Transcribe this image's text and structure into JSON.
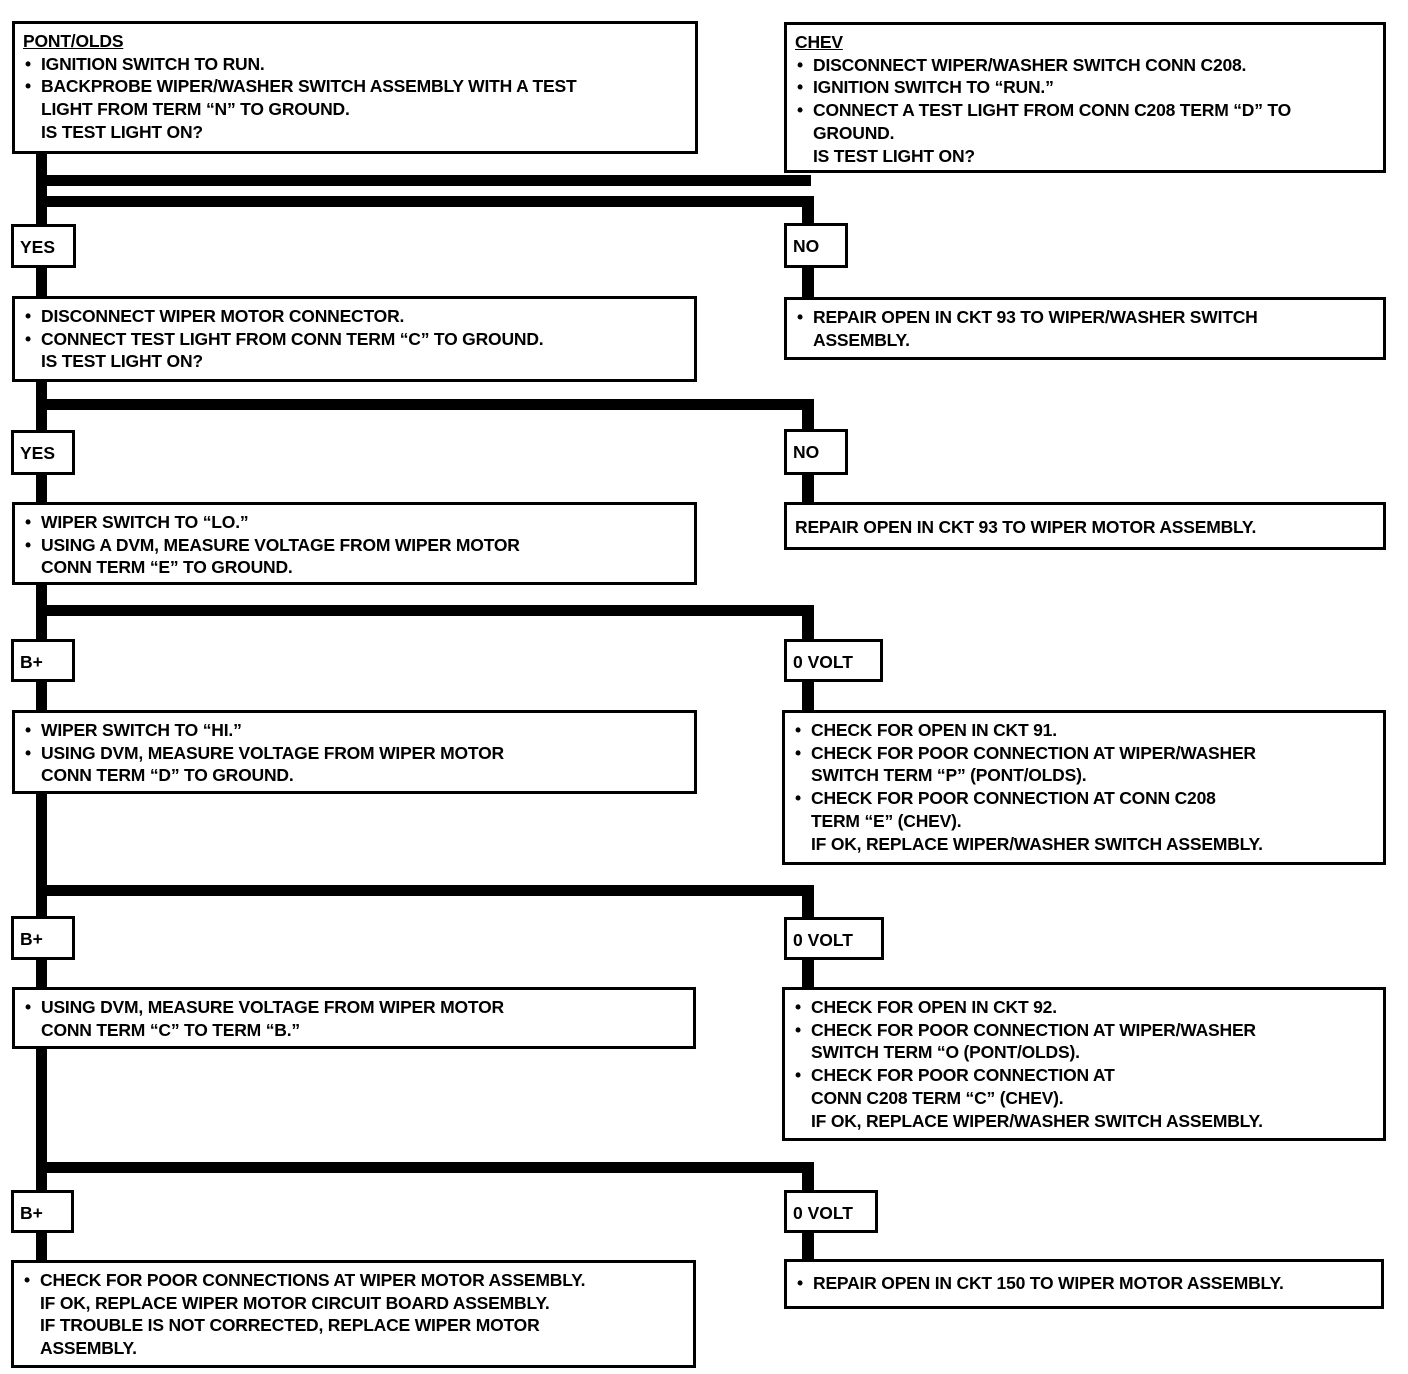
{
  "top_left": {
    "heading": "PONT/OLDS",
    "steps": [
      "IGNITION SWITCH TO   RUN.",
      "BACKPROBE WIPER/WASHER SWITCH ASSEMBLY WITH A TEST",
      "LIGHT FROM TERM “N” TO GROUND."
    ],
    "question": "IS TEST LIGHT ON?"
  },
  "top_right": {
    "heading": "CHEV",
    "steps": [
      "DISCONNECT WIPER/WASHER SWITCH CONN C208.",
      "IGNITION SWITCH TO “RUN.”",
      "CONNECT A TEST LIGHT FROM CONN C208 TERM “D” TO",
      "GROUND."
    ],
    "question": "IS TEST LIGHT ON?"
  },
  "row1": {
    "yes_label": "YES",
    "no_label": "NO",
    "yes_box": {
      "steps": [
        "DISCONNECT WIPER MOTOR CONNECTOR.",
        "CONNECT TEST LIGHT FROM CONN TERM “C” TO GROUND."
      ],
      "question": "IS TEST LIGHT ON?"
    },
    "no_box": {
      "steps": [
        "REPAIR OPEN IN CKT 93 TO WIPER/WASHER SWITCH",
        "ASSEMBLY."
      ]
    }
  },
  "row2": {
    "yes_label": "YES",
    "no_label": "NO",
    "yes_box": {
      "steps": [
        "WIPER SWITCH TO “LO.”",
        "USING A DVM, MEASURE VOLTAGE FROM WIPER MOTOR",
        "CONN TERM “E” TO GROUND."
      ]
    },
    "no_box": {
      "text": "REPAIR OPEN IN CKT 93 TO WIPER MOTOR ASSEMBLY."
    }
  },
  "row3": {
    "b_label": "B+",
    "zero_label": "0 VOLT",
    "b_box": {
      "steps": [
        "WIPER SWITCH TO “HI.”",
        "USING DVM, MEASURE VOLTAGE FROM WIPER MOTOR",
        "CONN TERM “D” TO GROUND."
      ]
    },
    "zero_box": {
      "steps": [
        "CHECK FOR OPEN IN CKT 91.",
        "CHECK FOR POOR CONNECTION AT WIPER/WASHER",
        "SWITCH TERM “P” (PONT/OLDS).",
        "CHECK FOR POOR CONNECTION AT CONN C208",
        "TERM “E” (CHEV).",
        "IF OK, REPLACE WIPER/WASHER SWITCH ASSEMBLY."
      ]
    }
  },
  "row4": {
    "b_label": "B+",
    "zero_label": "0 VOLT",
    "b_box": {
      "steps": [
        "USING DVM, MEASURE VOLTAGE FROM WIPER MOTOR",
        "CONN TERM “C” TO TERM “B.”"
      ]
    },
    "zero_box": {
      "steps": [
        "CHECK FOR OPEN IN CKT 92.",
        "CHECK FOR POOR CONNECTION AT WIPER/WASHER",
        "SWITCH TERM “O (PONT/OLDS).",
        "CHECK FOR POOR CONNECTION AT",
        "CONN C208 TERM “C” (CHEV).",
        "IF OK, REPLACE WIPER/WASHER SWITCH ASSEMBLY."
      ]
    }
  },
  "row5": {
    "b_label": "B+",
    "zero_label": "0 VOLT",
    "b_box": {
      "steps": [
        "CHECK FOR POOR CONNECTIONS AT WIPER MOTOR ASSEMBLY.",
        "IF OK, REPLACE WIPER MOTOR CIRCUIT BOARD ASSEMBLY.",
        "IF TROUBLE IS NOT CORRECTED, REPLACE WIPER MOTOR",
        "ASSEMBLY."
      ]
    },
    "zero_box": {
      "steps": [
        "REPAIR OPEN IN CKT 150 TO WIPER MOTOR ASSEMBLY."
      ]
    }
  }
}
